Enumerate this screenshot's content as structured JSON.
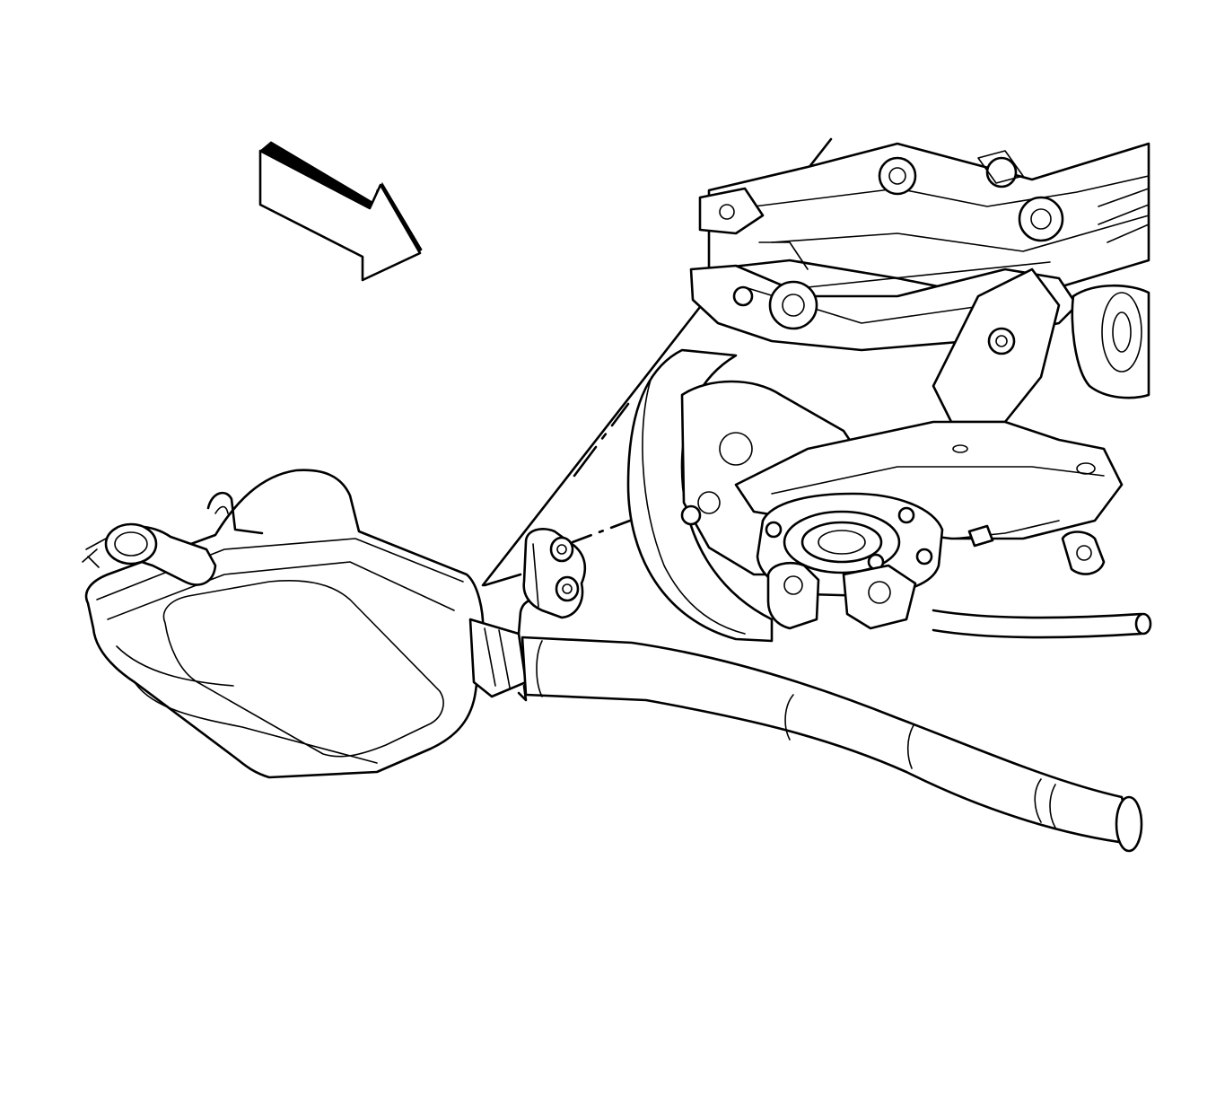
{
  "figure": {
    "kind": "service-manual exploded illustration",
    "background": "#ffffff",
    "line_color": "#000000"
  },
  "parts": [
    {
      "id": "direction-arrow",
      "icon": "view-direction-arrow-icon"
    },
    {
      "id": "rear-muffler",
      "icon": "muffler-icon"
    },
    {
      "id": "tailpipe",
      "icon": "tailpipe-icon"
    },
    {
      "id": "exhaust-hanger-insulator",
      "icon": "rubber-insulator-icon"
    },
    {
      "id": "rear-suspension-assembly",
      "icon": "suspension-icon"
    },
    {
      "id": "leader-line",
      "icon": "dash-dot-leader-icon"
    }
  ]
}
